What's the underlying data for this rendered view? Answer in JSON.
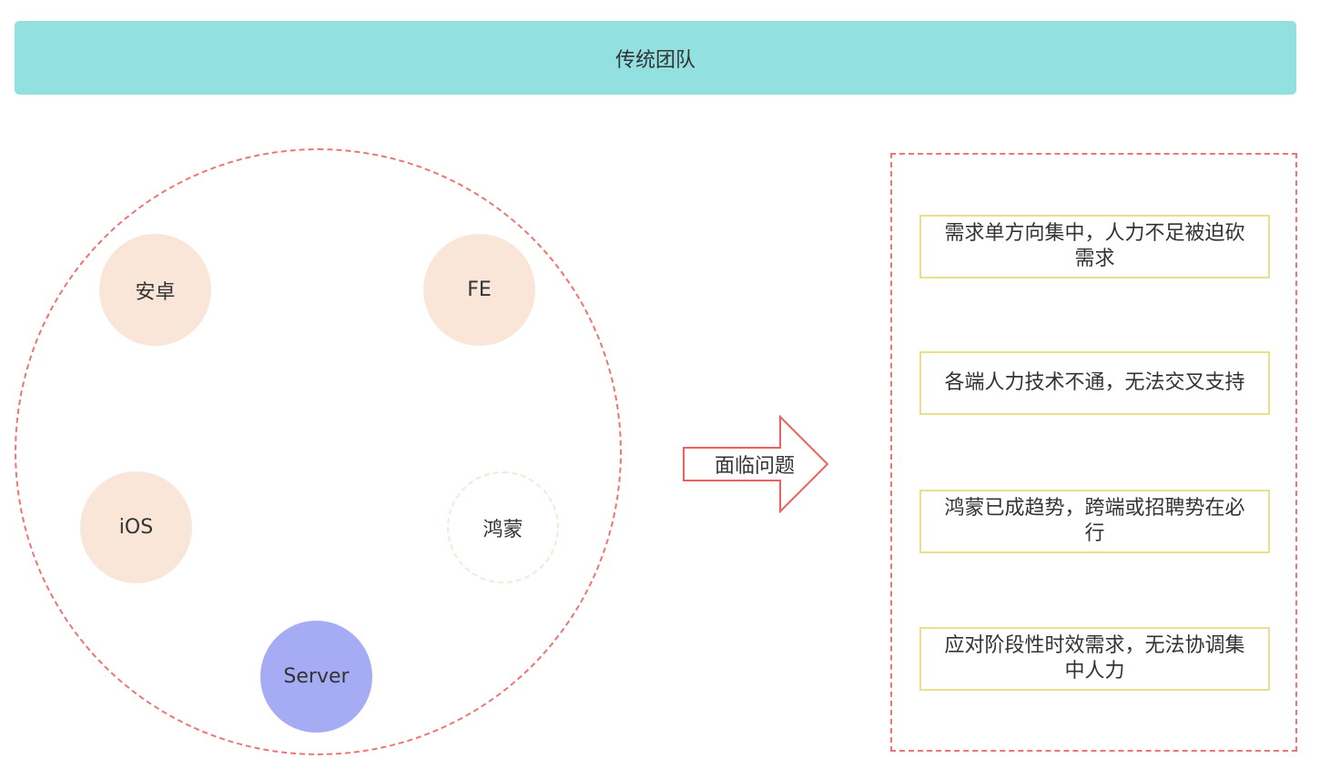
{
  "title": "传统团队",
  "team": {
    "nodes": [
      {
        "label": "安卓"
      },
      {
        "label": "FE"
      },
      {
        "label": "iOS"
      },
      {
        "label": "鸿蒙"
      },
      {
        "label": "Server"
      }
    ]
  },
  "arrow": {
    "label": "面临问题"
  },
  "problems": [
    {
      "text": "需求单方向集中，人力不足被迫砍需求"
    },
    {
      "text": "各端人力技术不通，无法交叉支持"
    },
    {
      "text": "鸿蒙已成趋势，跨端或招聘势在必行"
    },
    {
      "text": "应对阶段性时效需求，无法协调集中人力"
    }
  ],
  "colors": {
    "title_bg": "#93e0e0",
    "dashed_border": "#ef7474",
    "node_peach": "#fae6d8",
    "node_blue": "#a6acf4",
    "problem_border": "#e8e08a"
  }
}
